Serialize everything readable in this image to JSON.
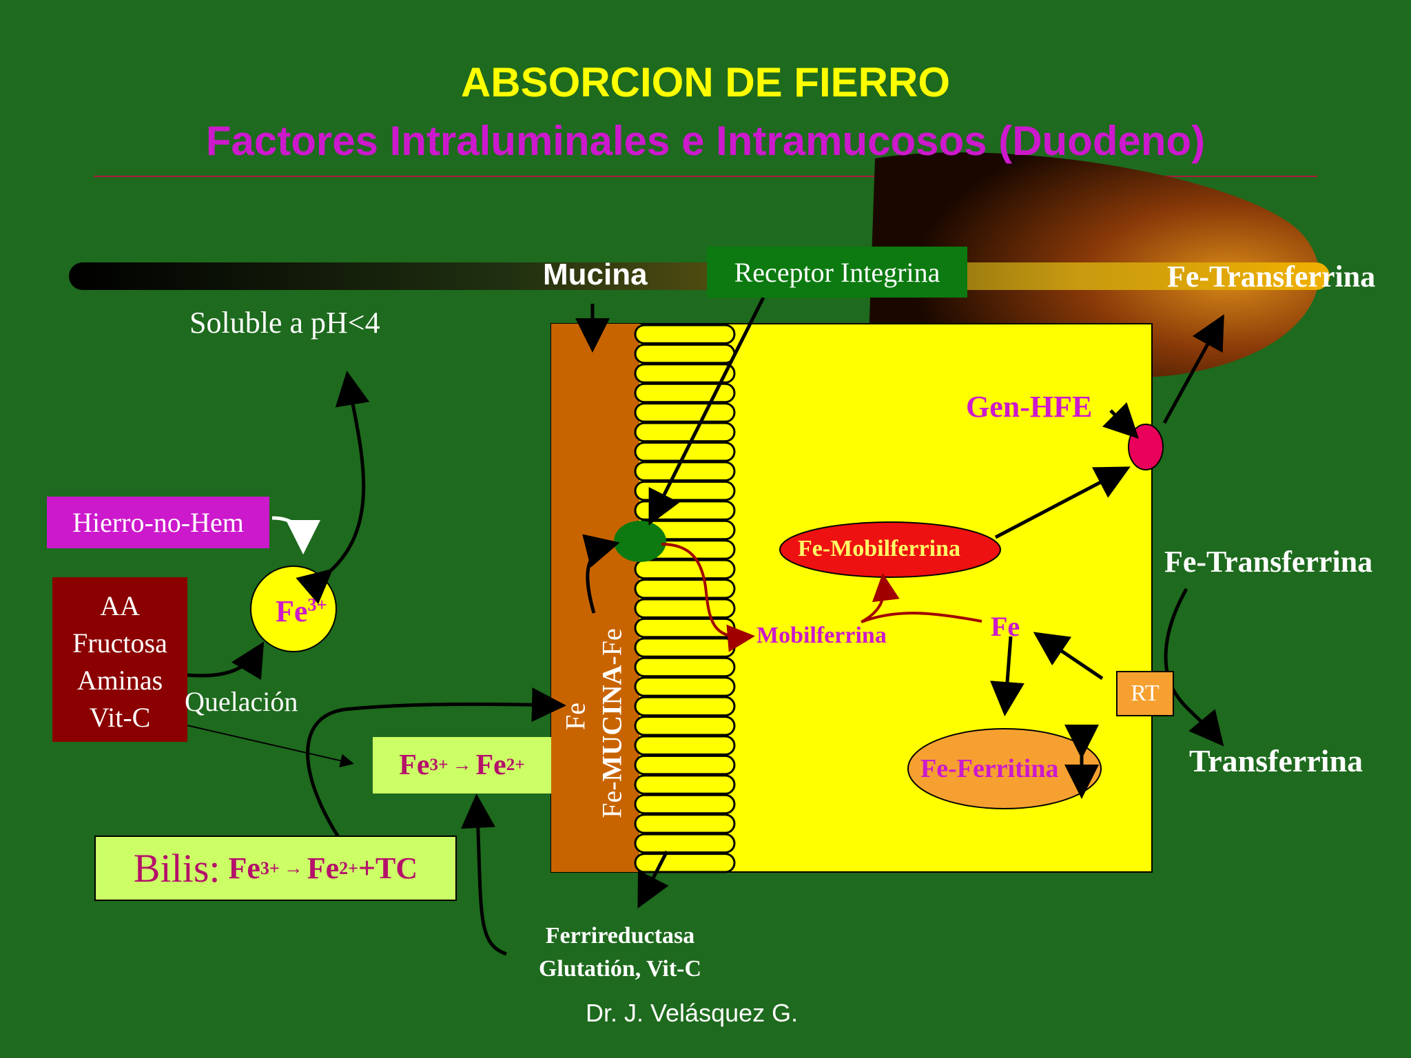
{
  "title": "ABSORCION DE FIERRO",
  "subtitle": "Factores Intraluminales e Intramucosos (Duodeno)",
  "labels": {
    "mucina": "Mucina",
    "receptor_integrina": "Receptor Integrina",
    "fe_transferrina_top": "Fe-Transferrina",
    "soluble_ph": "Soluble a pH<4",
    "gen_hfe": "Gen-HFE",
    "hierro_no_hem": "Hierro-no-Hem",
    "fe3": "Fe",
    "fe3_sup": "3+",
    "aa_box": [
      "AA",
      "Fructosa",
      "Aminas",
      "Vit-C"
    ],
    "quelacion": "Quelación",
    "fe_mobilferrina": "Fe-Mobilferrina",
    "mobilferrina": "Mobilferrina",
    "fe": "Fe",
    "fe_transferrina_right": "Fe-Transferrina",
    "rt": "RT",
    "transferrina": "Transferrina",
    "fe_ferritina": "Fe-Ferritina",
    "reduction_box": {
      "a": "Fe",
      "a_sup": "3+",
      "arrow": "→",
      "b": "Fe",
      "b_sup": "2+"
    },
    "bilis": {
      "word": "Bilis:",
      "a": "Fe",
      "a_sup": "3+",
      "arrow": "→",
      "b": "Fe",
      "b_sup": "2+",
      "tail": "+TC"
    },
    "vertical_fe": "Fe",
    "vertical_mucina_prefix": "Fe-",
    "vertical_mucina_bold": "MUCINA",
    "vertical_mucina_suffix": "-Fe",
    "ferrireductasa": "Ferrireductasa",
    "glutation": "Glutatión, Vit-C",
    "author": "Dr. J. Velásquez G."
  },
  "colors": {
    "background": "#1e6a1e",
    "title": "#ffff00",
    "subtitle": "#cc19cc",
    "cell": "#ffff00",
    "mucus": "#c86400",
    "label_magenta": "#cc19cc",
    "hfe": "#e8005a",
    "mobilferrina_ellipse": "#ee1111",
    "ferritina_ellipse": "#f5a030",
    "rt_box": "#f5a030",
    "quelation_box": "#8b0000",
    "reduction_box": "#ccff66"
  }
}
